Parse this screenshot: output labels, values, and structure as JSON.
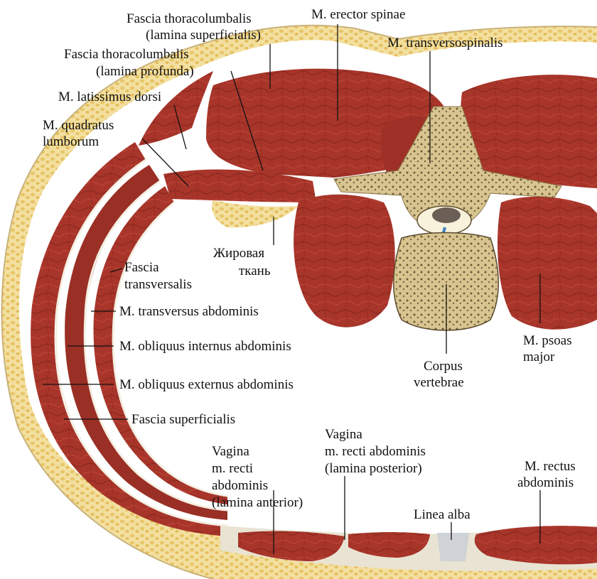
{
  "labels": {
    "fascia_tl_sup_1": "Fascia thoracolumbalis",
    "fascia_tl_sup_2": "(lamina superficialis)",
    "erector": "M. erector spinae",
    "transversospinalis": "M. transversospinalis",
    "fascia_tl_prof_1": "Fascia thoracolumbalis",
    "fascia_tl_prof_2": "(lamina profunda)",
    "latissimus": "M. latissimus dorsi",
    "quadratus_1": "M. quadratus",
    "quadratus_2": "lumborum",
    "fat_1": "Жировая",
    "fat_2": "ткань",
    "fascia_trans_1": "Fascia",
    "fascia_trans_2": "transversalis",
    "transversus": "M. transversus abdominis",
    "obl_int": "M. obliquus internus abdominis",
    "obl_ext": "M. obliquus externus abdominis",
    "fascia_sup": "Fascia superficialis",
    "psoas_1": "M. psoas",
    "psoas_2": "major",
    "corpus_1": "Corpus",
    "corpus_2": "vertebrae",
    "vag_post_1": "Vagina",
    "vag_post_2": "m. recti abdominis",
    "vag_post_3": "(lamina posterior)",
    "vag_ant_1": "Vagina",
    "vag_ant_2": "m. recti",
    "vag_ant_3": "abdominis",
    "vag_ant_4": "(lamina anterior)",
    "linea_alba": "Linea alba",
    "rectus_1": "M. rectus",
    "rectus_2": "abdominis"
  },
  "colors": {
    "muscle": "#a8352a",
    "muscle_dark": "#7e231c",
    "fat": "#f0d98e",
    "fat_dot": "#e3b95a",
    "skin": "#f7e7b6",
    "bone": "#d9c79a",
    "bone_dark": "#6b5a3a",
    "fascia": "#f4efe2"
  }
}
